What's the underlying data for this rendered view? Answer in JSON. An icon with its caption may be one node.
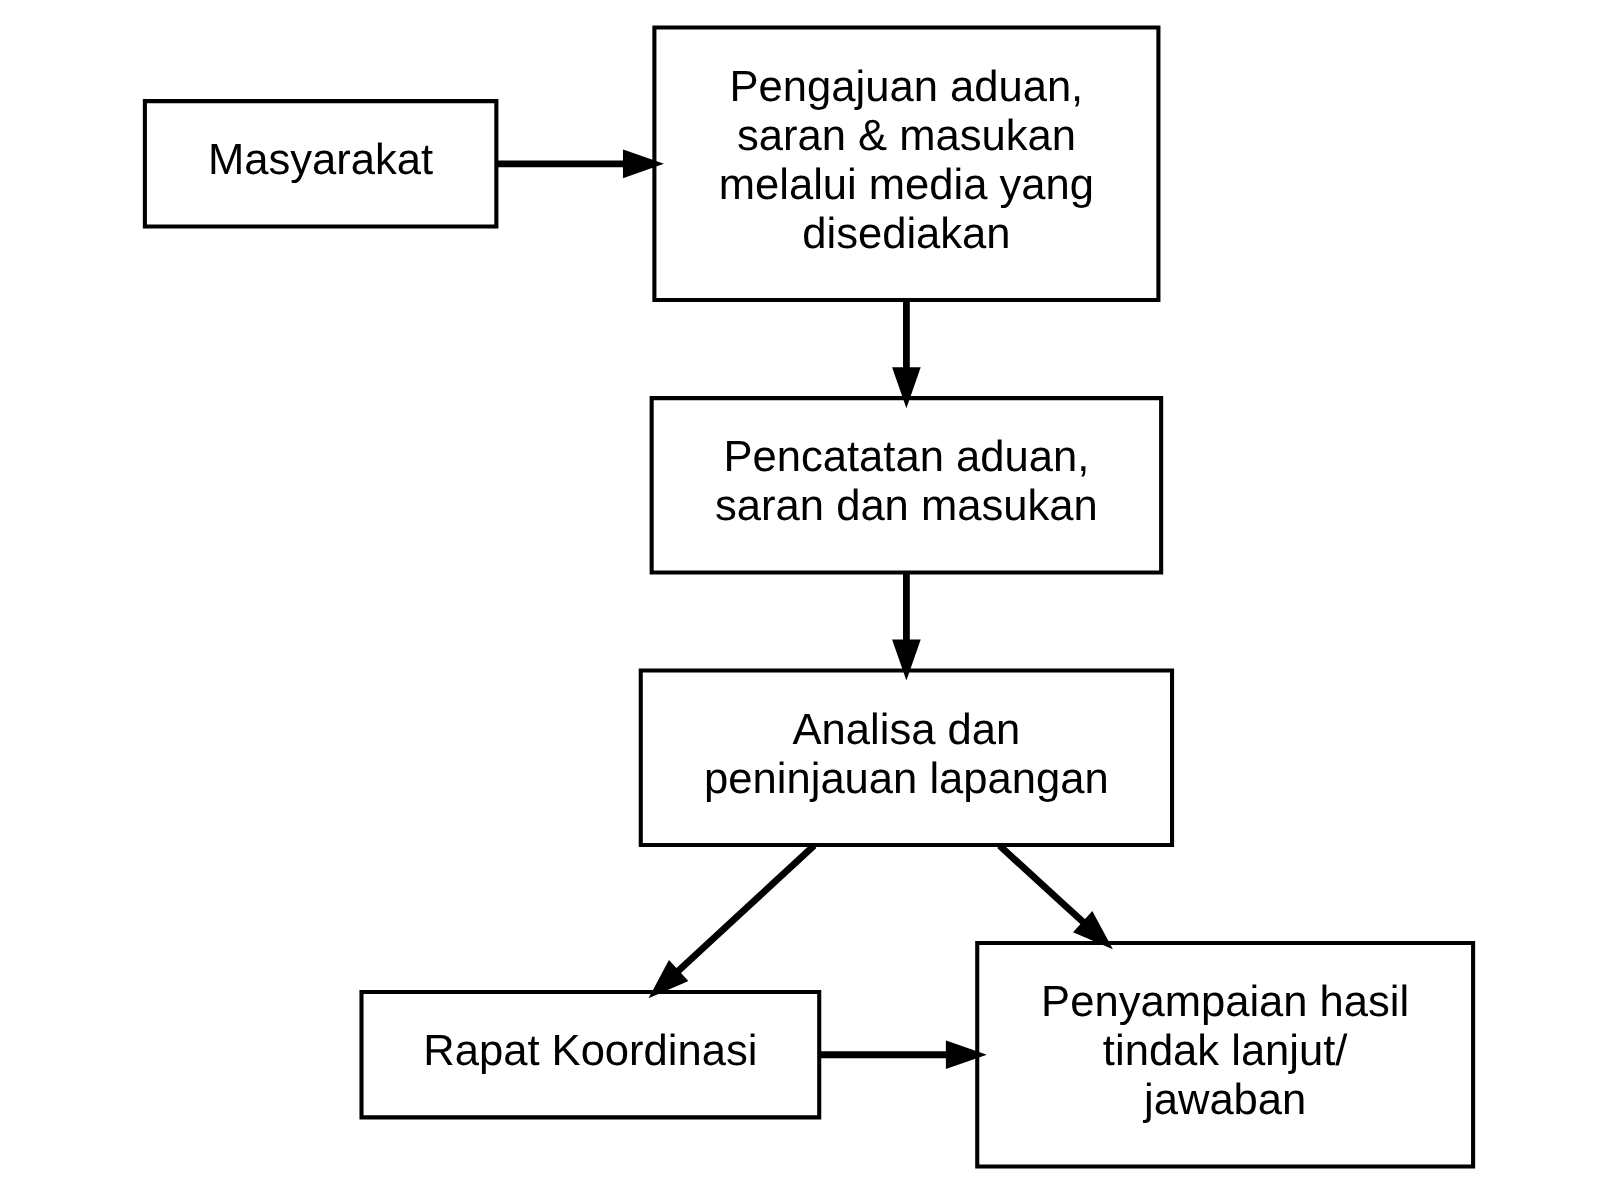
{
  "diagram": {
    "nodes": [
      {
        "text": [
          "Masyarakat"
        ]
      },
      {
        "text": [
          "Pengajuan aduan, saran & masukan melalui media yang disediakan"
        ]
      },
      {
        "text": [
          "Pencatatan aduan, saran dan masukan"
        ]
      },
      {
        "text": [
          "Analisa dan peninjauan lapangan"
        ]
      },
      {
        "text": [
          "Rapat Koordinasi"
        ]
      },
      {
        "text": [
          "Penyampaian hasil tindak lanjut/ jawaban"
        ]
      }
    ],
    "edges": [
      {
        "from": 0,
        "to": 1,
        "arrow": "to"
      },
      {
        "from": 1,
        "to": 2,
        "arrow": "to"
      },
      {
        "from": 2,
        "to": 3,
        "arrow": "to"
      },
      {
        "from": 3,
        "to": 4,
        "arrow": "to"
      },
      {
        "from": 3,
        "to": 5,
        "arrow": "to"
      },
      {
        "from": 4,
        "to": 5,
        "arrow": "to"
      }
    ]
  }
}
